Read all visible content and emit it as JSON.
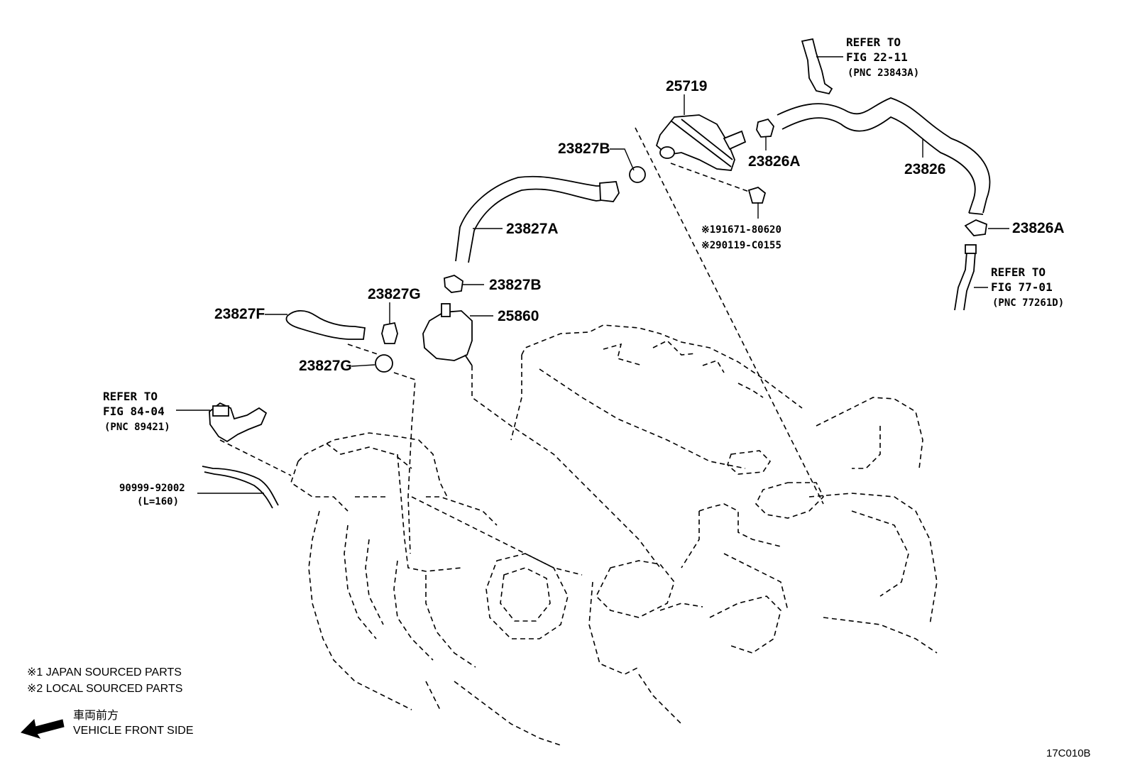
{
  "parts": {
    "p25719": "25719",
    "p23826A_top": "23826A",
    "p23826": "23826",
    "p23826A_right": "23826A",
    "p23827B_top": "23827B",
    "p23827A": "23827A",
    "p23827B_mid": "23827B",
    "p23827G_top": "23827G",
    "p25860": "25860",
    "p23827F": "23827F",
    "p23827G_low": "23827G",
    "bolt1": "※191671-80620",
    "bolt2": "※290119-C0155",
    "hose_code": "90999-92002",
    "hose_length": "(L=160)"
  },
  "refs": {
    "r1": {
      "line1": "REFER TO",
      "line2": "FIG 22-11",
      "line3": "(PNC 23843A)"
    },
    "r2": {
      "line1": "REFER TO",
      "line2": "FIG 77-01",
      "line3": "(PNC 77261D)"
    },
    "r3": {
      "line1": "REFER TO",
      "line2": "FIG 84-04",
      "line3": "(PNC 89421)"
    }
  },
  "notes": {
    "n1": "※1 JAPAN SOURCED PARTS",
    "n2": "※2 LOCAL SOURCED PARTS",
    "dir_jp": "車両前方",
    "dir_en": "VEHICLE FRONT SIDE"
  },
  "figure_code": "17C010B",
  "icons": {
    "front_arrow": "arrow-left-icon"
  }
}
